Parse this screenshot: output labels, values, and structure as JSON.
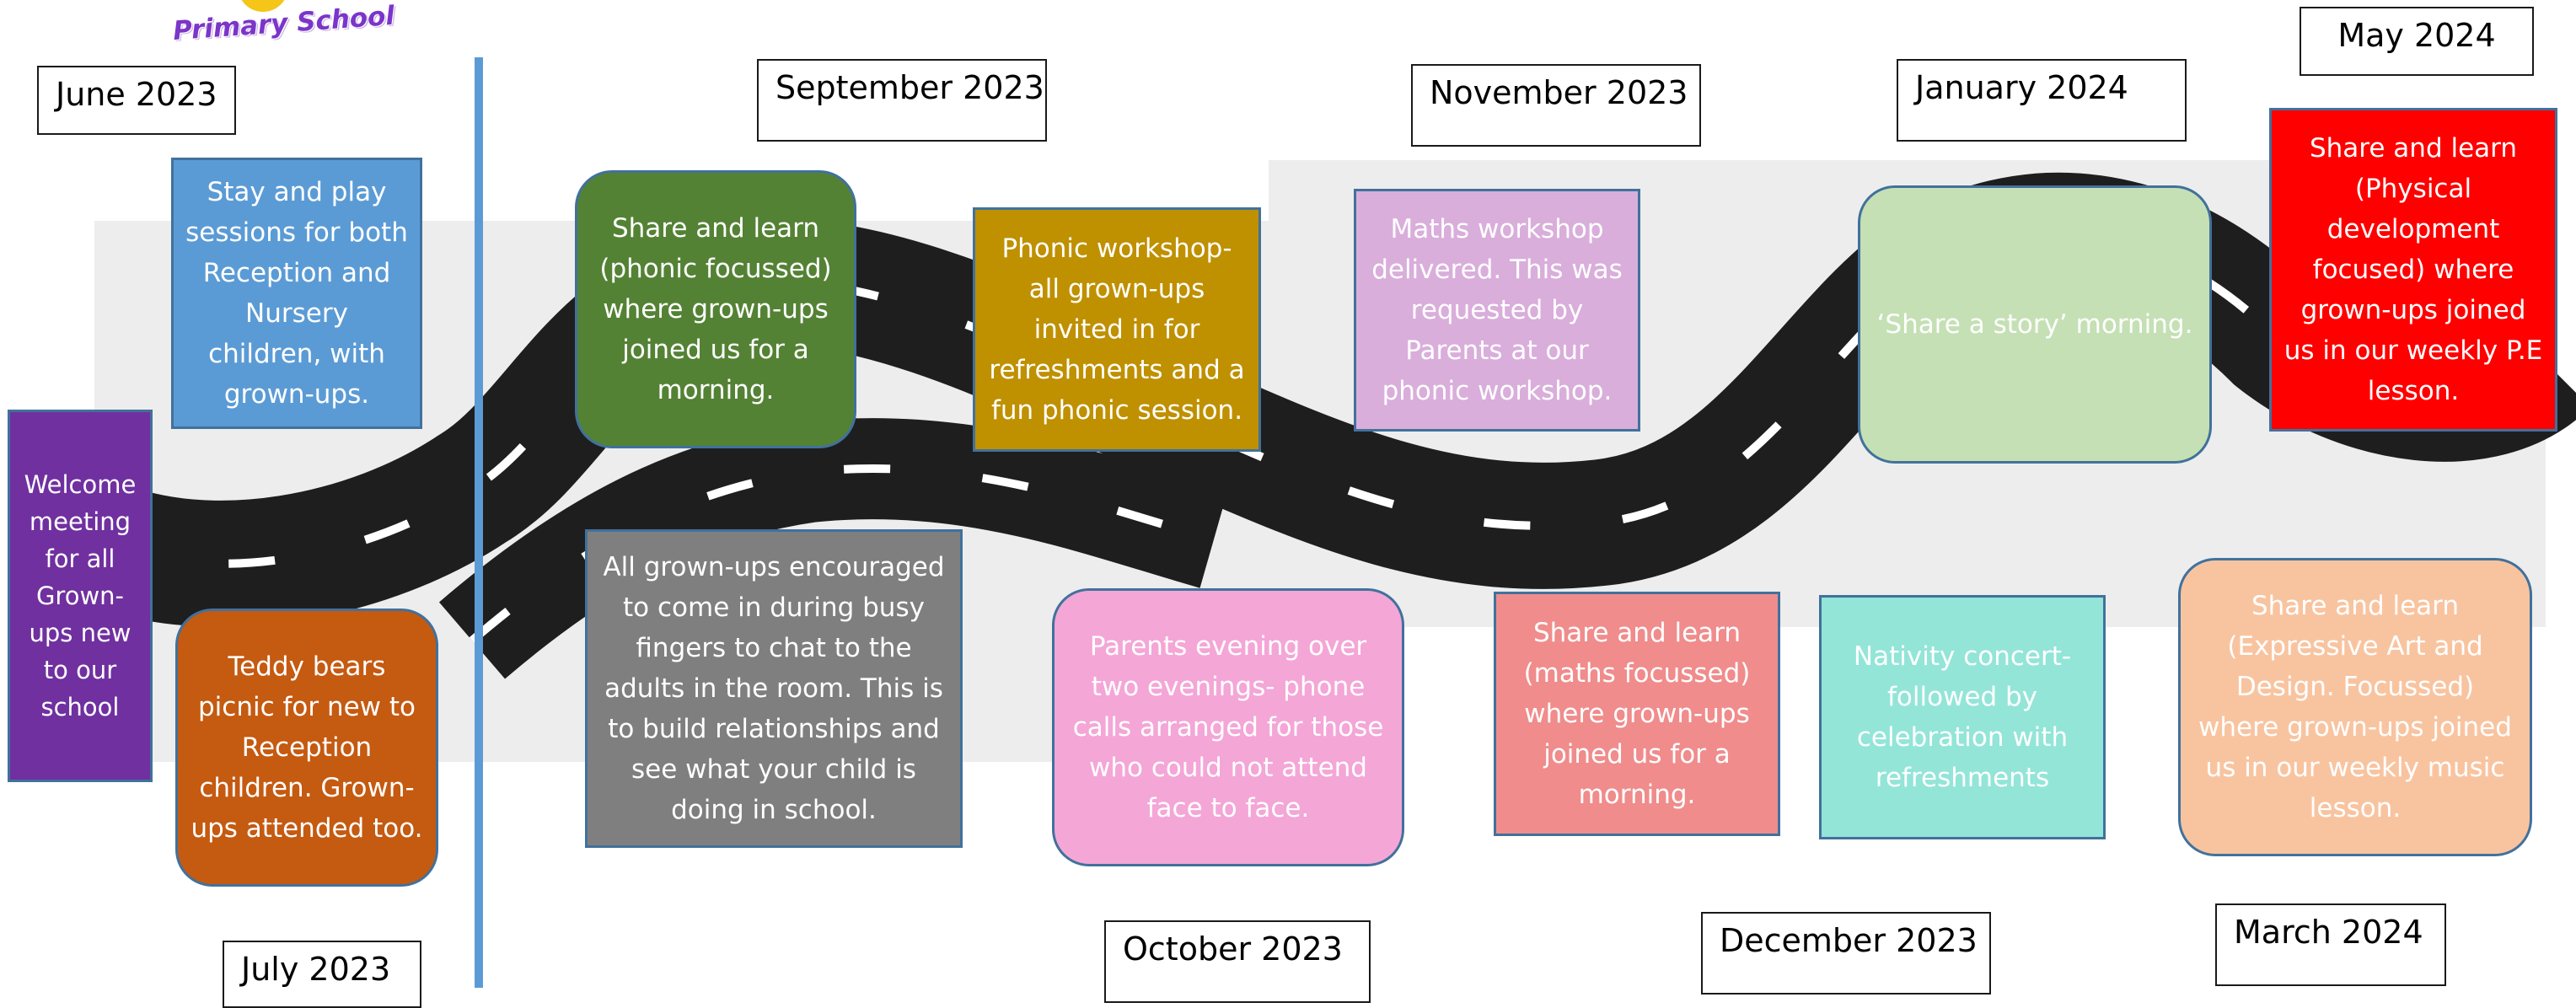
{
  "school_logo_text": "Primary School",
  "colors": {
    "divider": "#5b9bd5",
    "road": "#1e1e1e",
    "road_markings": "#ffffff",
    "background_band": "#ededed"
  },
  "months": {
    "june_2023": "June 2023",
    "july_2023": "July 2023",
    "september_2023": "September 2023",
    "october_2023": "October 2023",
    "november_2023": "November 2023",
    "december_2023": "December 2023",
    "january_2024": "January 2024",
    "march_2024": "March 2024",
    "may_2024": "May 2024"
  },
  "events": {
    "welcome_meeting": {
      "text": "Welcome meeting for all Grown-ups new to our school",
      "color": "#7030a0"
    },
    "stay_and_play": {
      "text": "Stay and play sessions for both Reception and Nursery children, with grown-ups.",
      "color": "#5b9bd5"
    },
    "teddy_bears_picnic": {
      "text": "Teddy bears picnic for new to Reception children. Grown-ups attended too.",
      "color": "#c55a11"
    },
    "share_and_learn_phonic": {
      "text": "Share and learn (phonic focussed) where grown-ups joined us for a morning.",
      "color": "#548235"
    },
    "busy_fingers": {
      "text": "All grown-ups encouraged to come in during busy fingers to chat to the adults in the room. This is to build relationships and see what your child is doing in school.",
      "color": "#7f7f7f"
    },
    "phonic_workshop": {
      "text": "Phonic workshop- all grown-ups invited in for refreshments and a fun phonic session.",
      "color": "#bf9000"
    },
    "parents_evening": {
      "text": "Parents evening over two evenings- phone calls arranged for those who could not attend face to face.",
      "color": "#f4a6d7"
    },
    "maths_workshop": {
      "text": "Maths workshop delivered. This was requested by Parents at our phonic workshop.",
      "color": "#d9aedb"
    },
    "share_and_learn_maths": {
      "text": "Share and learn (maths focussed) where grown-ups joined us for a morning.",
      "color": "#f08c8c"
    },
    "share_a_story": {
      "text": "‘Share a story’ morning.",
      "color": "#c5e0b4"
    },
    "nativity_concert": {
      "text": "Nativity concert- followed by celebration with refreshments",
      "color": "#93e5d8"
    },
    "share_and_learn_expressive": {
      "text": "Share and learn (Expressive Art and Design. Focussed) where grown-ups joined us in our weekly music lesson.",
      "color": "#f8c4a0"
    },
    "share_and_learn_physical": {
      "text": "Share and learn (Physical development focused) where grown-ups joined us in our weekly P.E lesson.",
      "color": "#ff0000"
    }
  }
}
